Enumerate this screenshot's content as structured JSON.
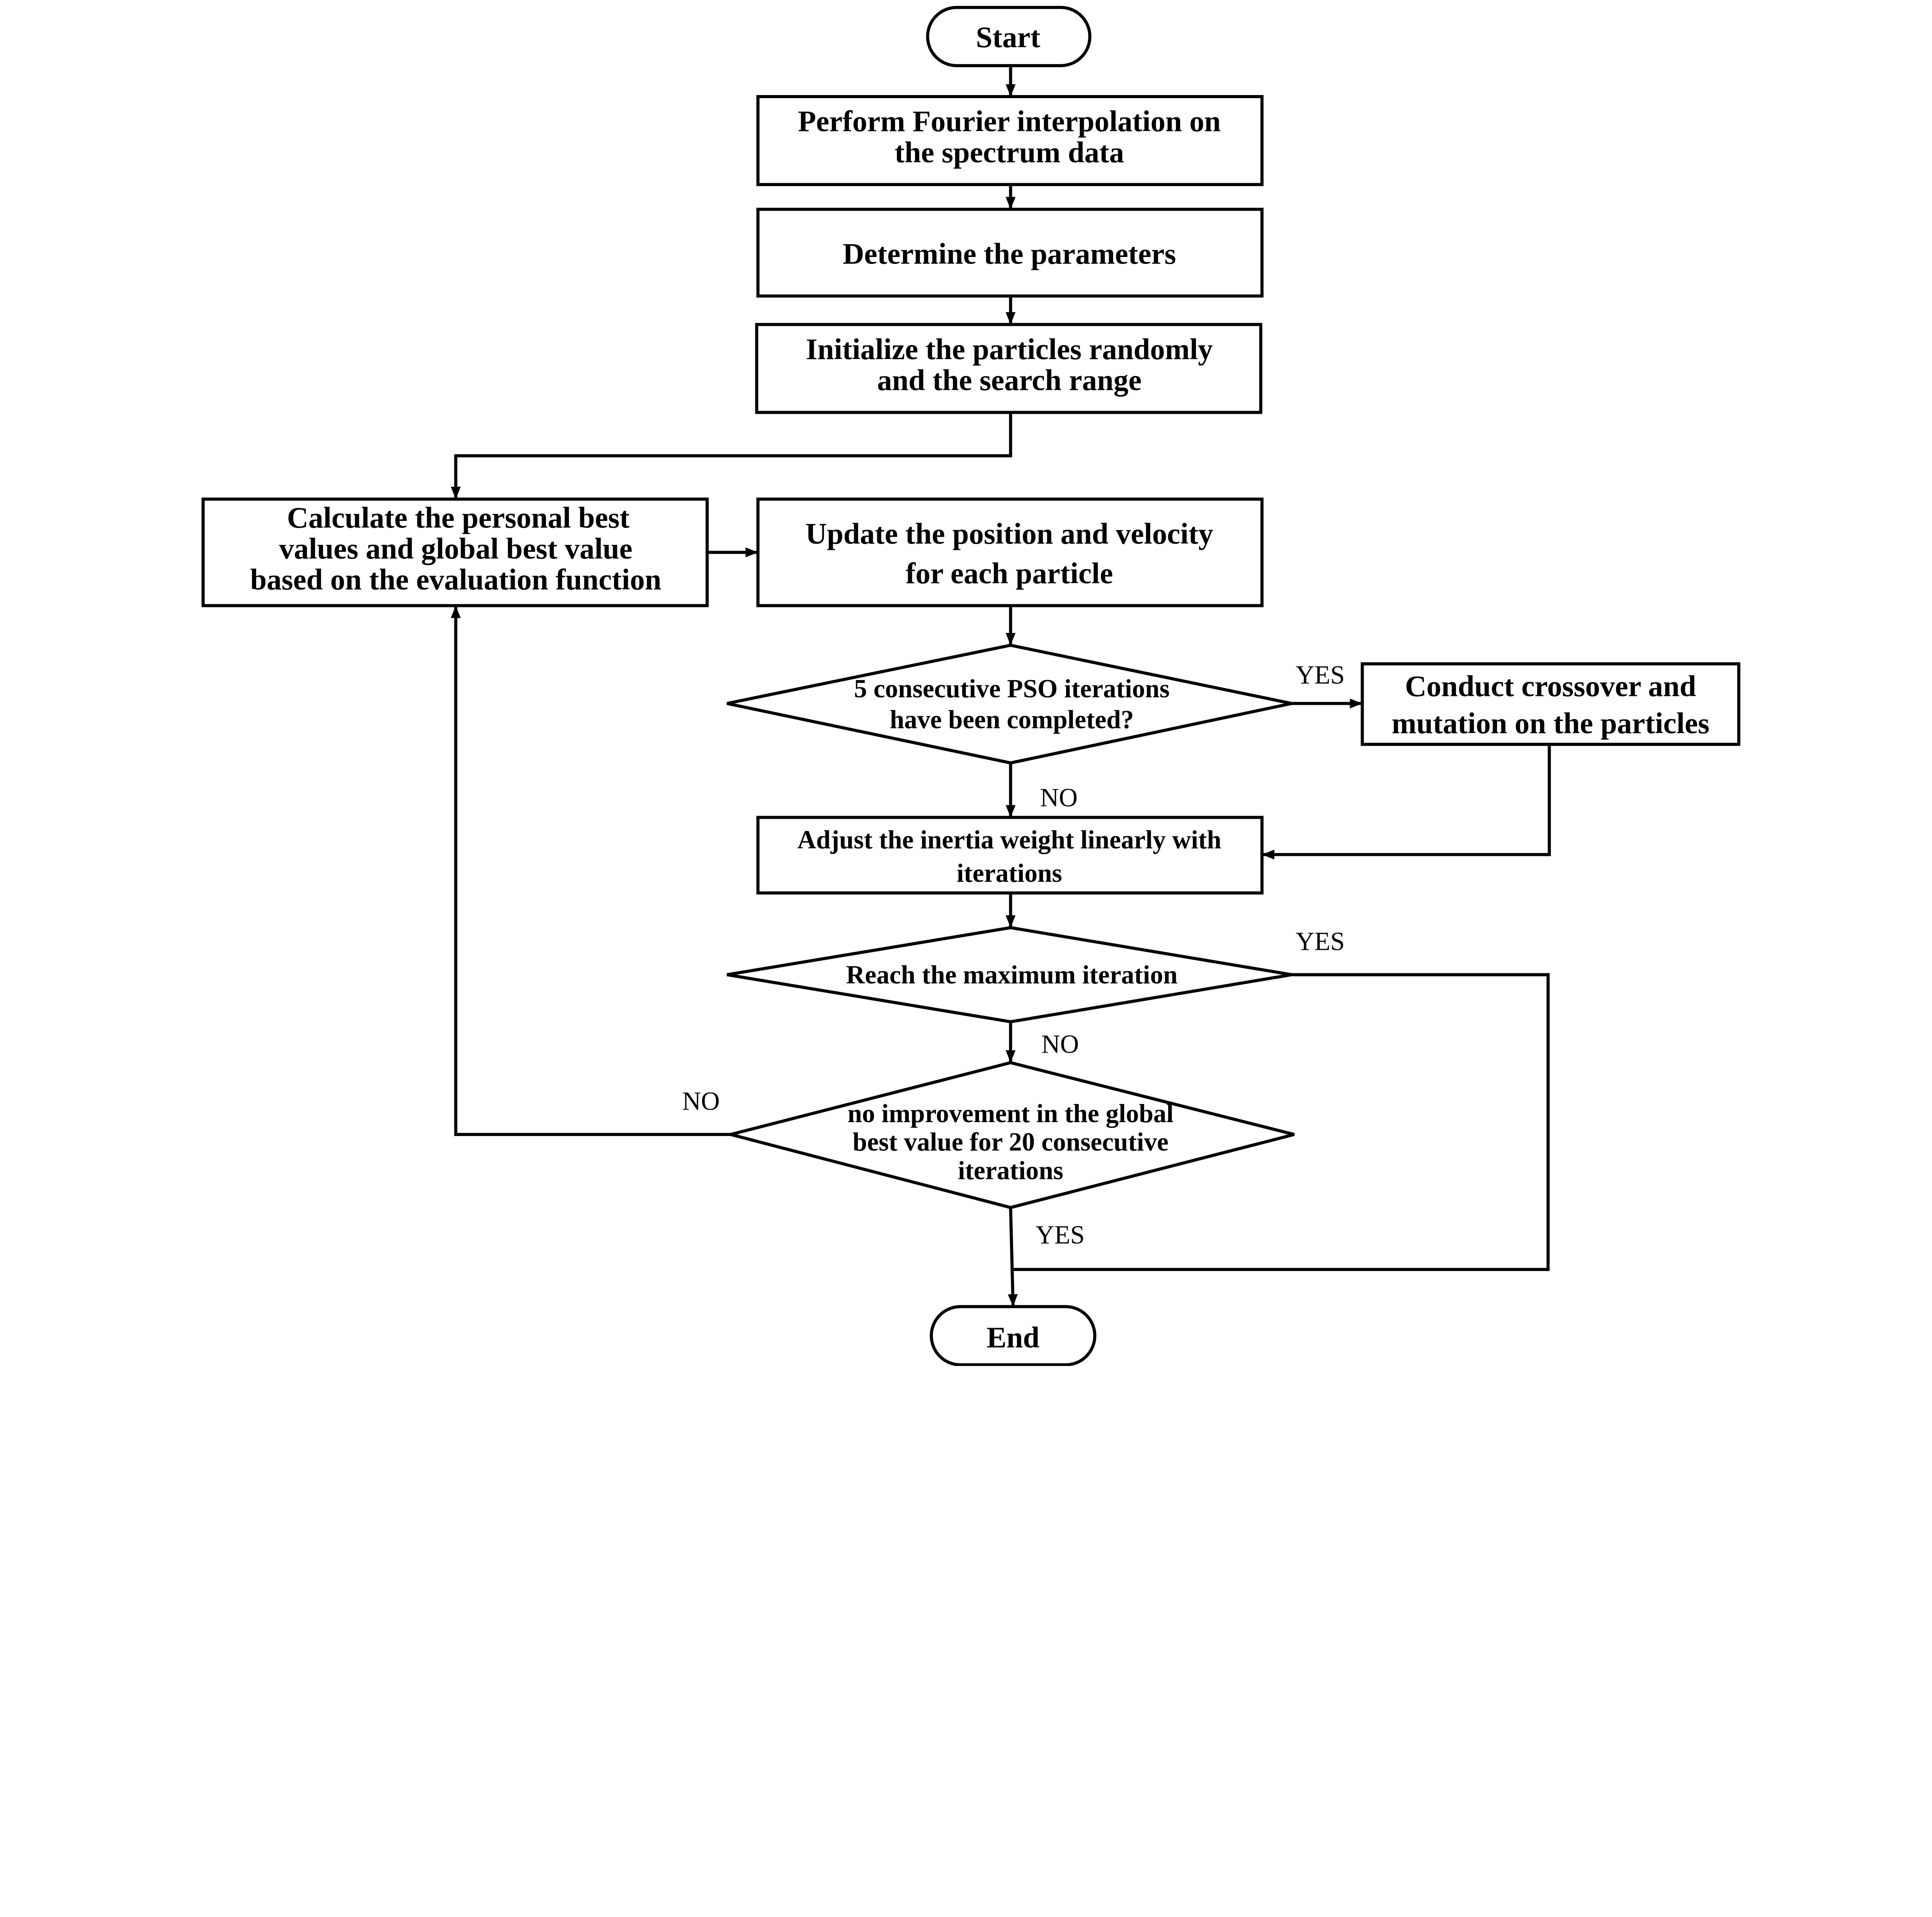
{
  "nodes": {
    "start": "Start",
    "fourier": [
      "Perform Fourier interpolation on",
      "the spectrum data"
    ],
    "parameters": "Determine the parameters",
    "initialize": [
      "Initialize the particles randomly",
      "and the search range"
    ],
    "calculate": [
      "Calculate the personal best",
      "values and global best value",
      "based on the evaluation function"
    ],
    "update": [
      "Update the position and velocity",
      "for each particle"
    ],
    "pso_check": [
      "5 consecutive PSO iterations",
      "have been completed?"
    ],
    "crossover": [
      "Conduct crossover and",
      "mutation on the particles"
    ],
    "inertia": [
      "Adjust the inertia weight linearly with",
      "iterations"
    ],
    "max_iter": "Reach the maximum iteration",
    "no_improve": [
      "no improvement in the global",
      "best value for 20 consecutive",
      "iterations"
    ],
    "end": "End"
  },
  "edge_labels": {
    "pso_yes": "YES",
    "pso_no": "NO",
    "max_yes": "YES",
    "max_no": "NO",
    "improve_no": "NO",
    "improve_yes": "YES"
  }
}
